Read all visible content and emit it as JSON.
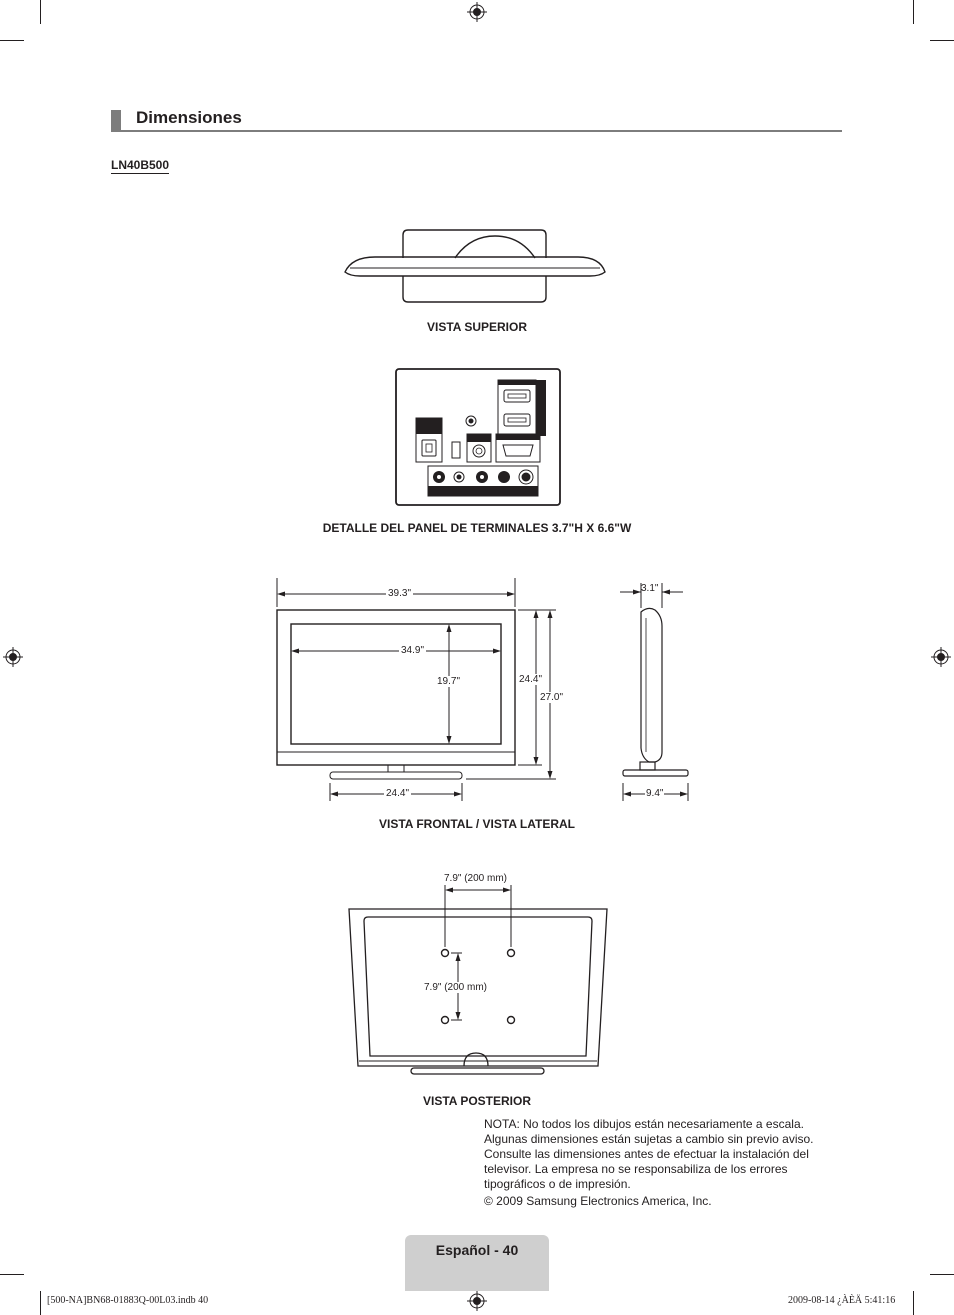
{
  "section": {
    "title": "Dimensiones",
    "model": "LN40B500"
  },
  "views": {
    "top": "VISTA SUPERIOR",
    "panel": "DETALLE DEL PANEL DE TERMINALES 3.7\"H X 6.6\"W",
    "front_side": "VISTA FRONTAL / VISTA LATERAL",
    "rear": "VISTA POSTERIOR"
  },
  "dimensions": {
    "overall_width": "39.3\"",
    "screen_width": "34.9\"",
    "screen_height": "19.7\"",
    "body_height": "24.4\"",
    "total_height": "27.0\"",
    "stand_width": "24.4\"",
    "depth": "3.1\"",
    "stand_depth": "9.4\"",
    "vesa_horizontal": "7.9\" (200 mm)",
    "vesa_vertical": "7.9\" (200 mm)"
  },
  "note": {
    "text": "NOTA: No todos los dibujos están necesariamente a escala. Algunas dimensiones están sujetas a cambio sin previo aviso. Consulte las dimensiones antes de efectuar la instalación del televisor. La empresa no se responsabiliza de los errores tipográficos o de impresión.",
    "copyright": "© 2009 Samsung Electronics America, Inc."
  },
  "page": {
    "label": "Español - 40"
  },
  "footer": {
    "file": "[500-NA]BN68-01883Q-00L03.indb   40",
    "timestamp": "2009-08-14   ¿ÀÈÄ 5:41:16"
  },
  "colors": {
    "heading_bar": "#7d7d7d",
    "page_tab": "#cfcfcf",
    "ink": "#231f20"
  }
}
